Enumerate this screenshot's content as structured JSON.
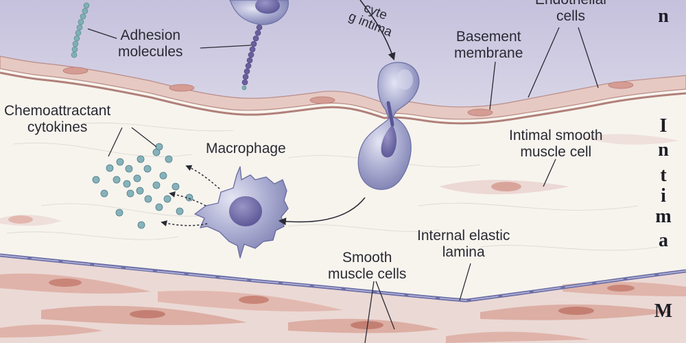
{
  "labels": {
    "adhesion": [
      "Adhesion",
      "molecules"
    ],
    "chemo": [
      "Chemoattractant",
      "cytokines"
    ],
    "macrophage": "Macrophage",
    "monocyte": [
      "cyte",
      "g intima"
    ],
    "endothelial": [
      "Endothelial",
      "cells"
    ],
    "basement": [
      "Basement",
      "membrane"
    ],
    "intimal_smc": [
      "Intimal smooth",
      "muscle cell"
    ],
    "iel": [
      "Internal elastic",
      "lamina"
    ],
    "smc": [
      "Smooth",
      "muscle cells"
    ]
  },
  "side_labels": {
    "lumen_letter": "n",
    "intima_letters": [
      "I",
      "n",
      "t",
      "i",
      "m",
      "a"
    ],
    "media_letter": "M"
  },
  "colors": {
    "lumen": "#cfcce0",
    "intima": "#f7f4ee",
    "endothelium": "#e3c5bf",
    "media": "#e9d6d2",
    "cell": "#9fa2c6",
    "nucleus": "#6f6ba6",
    "cytokine": "#7fa9b3",
    "iel": "#6c6ea6"
  }
}
